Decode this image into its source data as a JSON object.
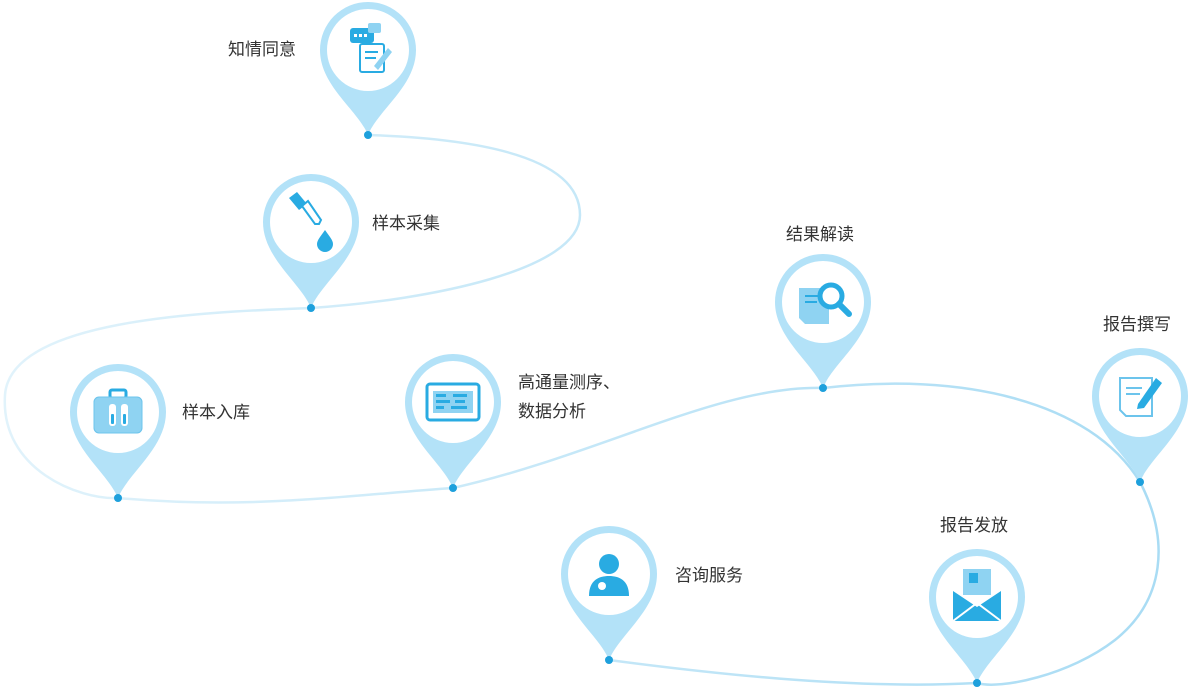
{
  "steps": [
    {
      "label": "知情同意",
      "icon": "consent-document-icon"
    },
    {
      "label": "样本采集",
      "icon": "dropper-icon"
    },
    {
      "label": "样本入库",
      "icon": "sample-box-icon"
    },
    {
      "label_lines": [
        "高通量测序、",
        "数据分析"
      ],
      "icon": "sequencing-screen-icon"
    },
    {
      "label": "结果解读",
      "icon": "magnifier-document-icon"
    },
    {
      "label": "报告撰写",
      "icon": "report-writing-icon"
    },
    {
      "label": "报告发放",
      "icon": "envelope-icon"
    },
    {
      "label": "咨询服务",
      "icon": "doctor-icon"
    }
  ],
  "colors": {
    "pin_ring": "#b3e2f8",
    "pin_inner": "#ffffff",
    "icon": "#29abe2",
    "path_line": "#a9dcf4",
    "dot": "#1ea0dc",
    "text": "#333333"
  }
}
